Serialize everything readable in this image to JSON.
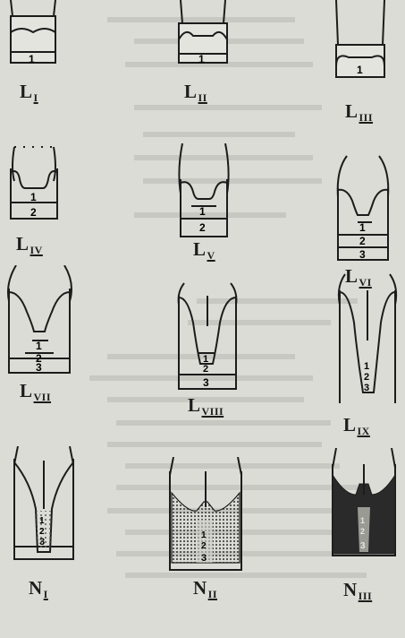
{
  "figures": [
    {
      "id": "L1",
      "letter": "L",
      "sub": "I",
      "segments": [
        "1"
      ]
    },
    {
      "id": "L2",
      "letter": "L",
      "sub": "II",
      "segments": [
        "1"
      ]
    },
    {
      "id": "L3",
      "letter": "L",
      "sub": "III",
      "segments": [
        "1"
      ]
    },
    {
      "id": "L4",
      "letter": "L",
      "sub": "IV",
      "segments": [
        "1",
        "2"
      ]
    },
    {
      "id": "L5",
      "letter": "L",
      "sub": "V",
      "segments": [
        "1",
        "2"
      ]
    },
    {
      "id": "L6",
      "letter": "L",
      "sub": "VI",
      "segments": [
        "1",
        "2",
        "3"
      ]
    },
    {
      "id": "L7",
      "letter": "L",
      "sub": "VII",
      "segments": [
        "1",
        "2",
        "3"
      ]
    },
    {
      "id": "L8",
      "letter": "L",
      "sub": "VIII",
      "segments": [
        "1",
        "2",
        "3"
      ]
    },
    {
      "id": "L9",
      "letter": "L",
      "sub": "IX",
      "segments": [
        "1",
        "2",
        "3"
      ]
    },
    {
      "id": "N1",
      "letter": "N",
      "sub": "I",
      "segments": [
        "1",
        "2",
        "3"
      ]
    },
    {
      "id": "N2",
      "letter": "N",
      "sub": "II",
      "segments": [
        "1",
        "2",
        "3"
      ]
    },
    {
      "id": "N3",
      "letter": "N",
      "sub": "III",
      "segments": [
        "1",
        "2",
        "3"
      ]
    }
  ],
  "colors": {
    "ink": "#1c1c1c",
    "paper": "#e4e4de",
    "stipple": "#5a5a5a",
    "dark": "#2a2a2a"
  }
}
